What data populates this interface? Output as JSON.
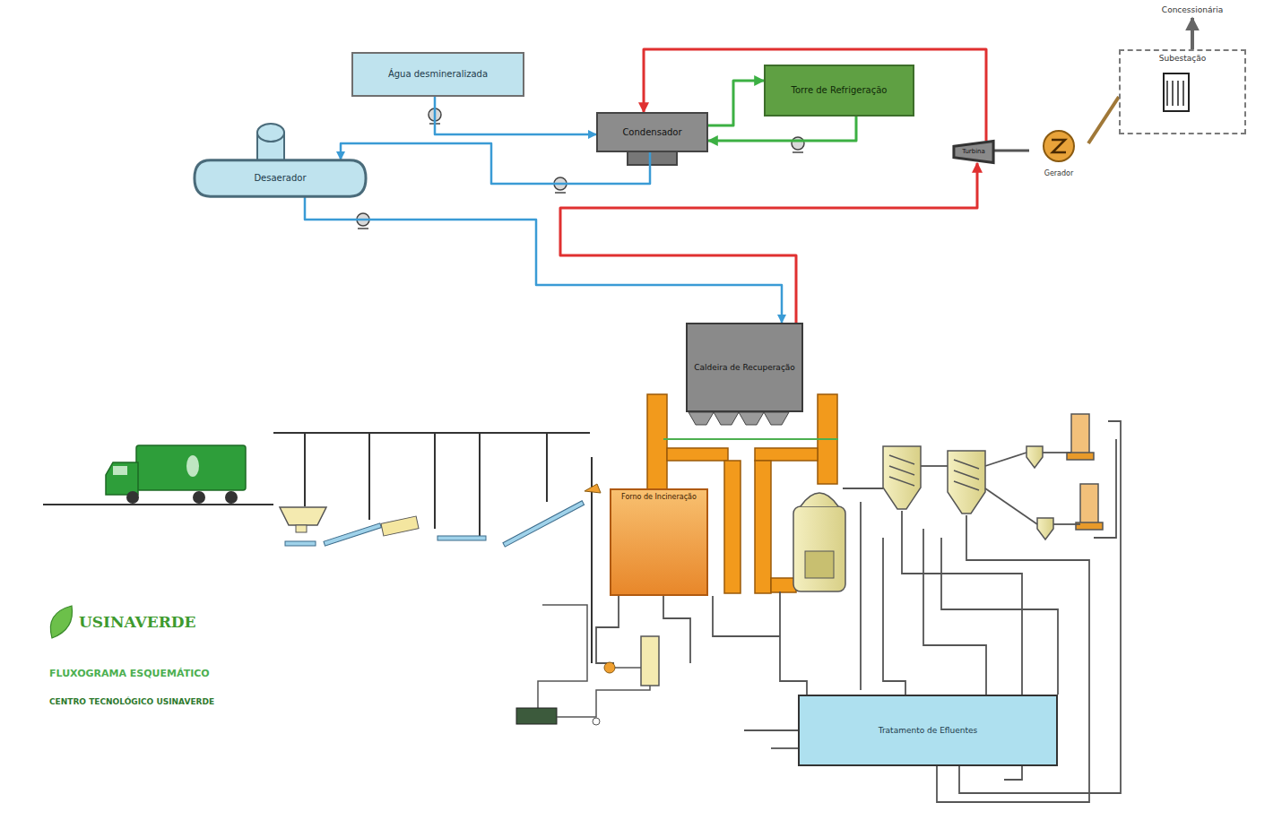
{
  "diagram": {
    "nodes": [
      {
        "text": [
          "Água desmineralizada"
        ]
      },
      {
        "text": [
          "Desaerador"
        ]
      },
      {
        "text": [
          "Condensador"
        ]
      },
      {
        "text": [
          "Torre de Refrigeração"
        ]
      },
      {
        "text": [
          "Turbina"
        ]
      },
      {
        "text": [
          "Gerador"
        ]
      },
      {
        "text": [
          "Subestação"
        ]
      },
      {
        "text": [
          "Concessionária"
        ]
      },
      {
        "text": [
          "Caldeira de Recuperação"
        ]
      },
      {
        "text": [
          "Forno de Incineração"
        ]
      },
      {
        "text": [
          "Tratamento de Efluentes"
        ]
      }
    ],
    "edges": [
      {
        "from": 0,
        "to": 2,
        "arrow": "to"
      },
      {
        "from": 2,
        "to": 1,
        "arrow": "to"
      },
      {
        "from": 1,
        "to": 8,
        "arrow": "to"
      },
      {
        "from": 8,
        "to": 4,
        "arrow": "to"
      },
      {
        "from": 4,
        "to": 2,
        "arrow": "to"
      },
      {
        "from": 2,
        "to": 3,
        "arrow": "to"
      },
      {
        "from": 3,
        "to": 2,
        "arrow": "to"
      },
      {
        "from": 4,
        "to": 5,
        "arrow": "none"
      },
      {
        "from": 5,
        "to": 6,
        "arrow": "none"
      },
      {
        "from": 6,
        "to": 7,
        "arrow": "to"
      }
    ],
    "labels": [
      "USINAVERDE",
      "FLUXOGRAMA ESQUEMÁTICO",
      "CENTRO TECNOLÓGICO USINAVERDE"
    ]
  }
}
